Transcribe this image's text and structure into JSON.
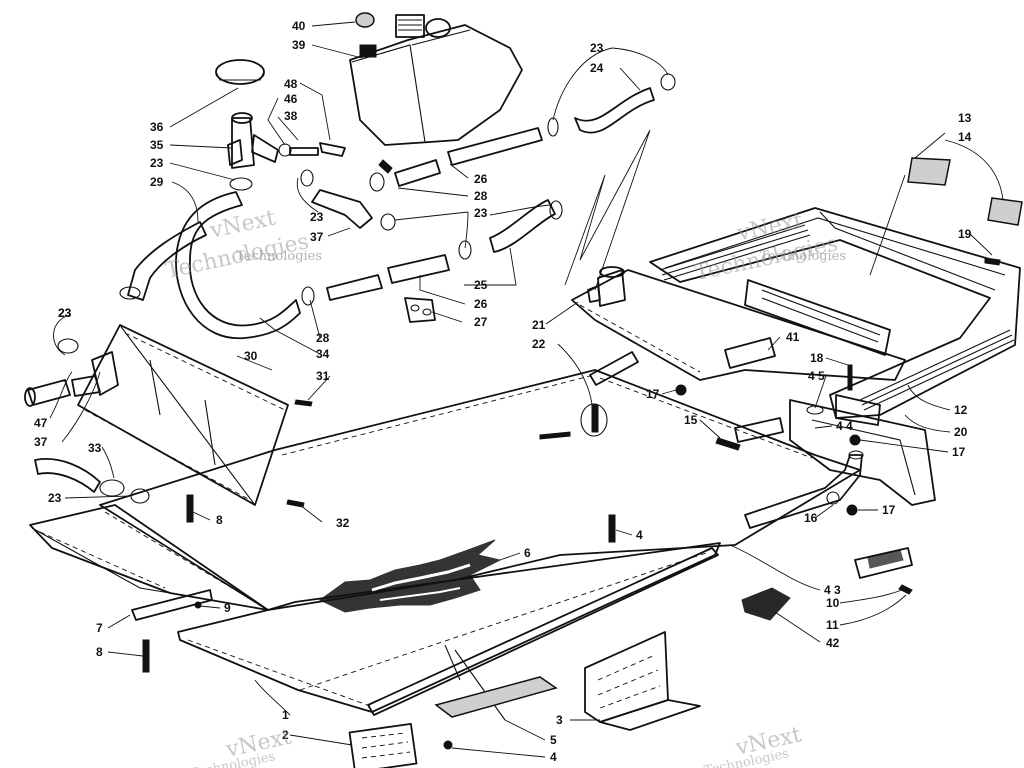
{
  "watermarks": [
    {
      "line1": "vNext",
      "line2": "Technologies"
    },
    {
      "line1": "vNext",
      "line2": "Technologies"
    },
    {
      "line1": "vNext",
      "line2": "Technologies"
    },
    {
      "line1": "vNext",
      "line2": "Technologies"
    }
  ],
  "callouts": [
    {
      "id": "40",
      "text": "40"
    },
    {
      "id": "39",
      "text": "39"
    },
    {
      "id": "48",
      "text": "48"
    },
    {
      "id": "46",
      "text": "46"
    },
    {
      "id": "38",
      "text": "38"
    },
    {
      "id": "36",
      "text": "36"
    },
    {
      "id": "35",
      "text": "35"
    },
    {
      "id": "23a",
      "text": "23"
    },
    {
      "id": "29",
      "text": "29"
    },
    {
      "id": "23b",
      "text": "23"
    },
    {
      "id": "23c",
      "text": "23"
    },
    {
      "id": "37a",
      "text": "37"
    },
    {
      "id": "23d",
      "text": "23"
    },
    {
      "id": "24",
      "text": "24"
    },
    {
      "id": "26a",
      "text": "26"
    },
    {
      "id": "28a",
      "text": "28"
    },
    {
      "id": "23e",
      "text": "23"
    },
    {
      "id": "25",
      "text": "25"
    },
    {
      "id": "26b",
      "text": "26"
    },
    {
      "id": "27",
      "text": "27"
    },
    {
      "id": "28b",
      "text": "28"
    },
    {
      "id": "34",
      "text": "34"
    },
    {
      "id": "23f",
      "text": "23"
    },
    {
      "id": "30",
      "text": "30"
    },
    {
      "id": "31",
      "text": "31"
    },
    {
      "id": "47",
      "text": "47"
    },
    {
      "id": "37b",
      "text": "37"
    },
    {
      "id": "33",
      "text": "33"
    },
    {
      "id": "23g",
      "text": "23"
    },
    {
      "id": "8a",
      "text": "8"
    },
    {
      "id": "32",
      "text": "32"
    },
    {
      "id": "21",
      "text": "21"
    },
    {
      "id": "22",
      "text": "22"
    },
    {
      "id": "41",
      "text": "41"
    },
    {
      "id": "17a",
      "text": "17"
    },
    {
      "id": "18",
      "text": "18"
    },
    {
      "id": "45",
      "text": "4 5"
    },
    {
      "id": "13",
      "text": "13"
    },
    {
      "id": "14",
      "text": "14"
    },
    {
      "id": "19",
      "text": "19"
    },
    {
      "id": "12",
      "text": "12"
    },
    {
      "id": "20",
      "text": "20"
    },
    {
      "id": "15",
      "text": "15"
    },
    {
      "id": "44",
      "text": "4 4"
    },
    {
      "id": "17b",
      "text": "17"
    },
    {
      "id": "16",
      "text": "16"
    },
    {
      "id": "17c",
      "text": "17"
    },
    {
      "id": "6",
      "text": "6"
    },
    {
      "id": "4a",
      "text": "4"
    },
    {
      "id": "9",
      "text": "9"
    },
    {
      "id": "7",
      "text": "7"
    },
    {
      "id": "8b",
      "text": "8"
    },
    {
      "id": "43",
      "text": "4 3"
    },
    {
      "id": "10",
      "text": "10"
    },
    {
      "id": "11",
      "text": "11"
    },
    {
      "id": "42",
      "text": "42"
    },
    {
      "id": "1",
      "text": "1"
    },
    {
      "id": "2",
      "text": "2"
    },
    {
      "id": "3",
      "text": "3"
    },
    {
      "id": "5",
      "text": "5"
    },
    {
      "id": "4b",
      "text": "4"
    }
  ]
}
